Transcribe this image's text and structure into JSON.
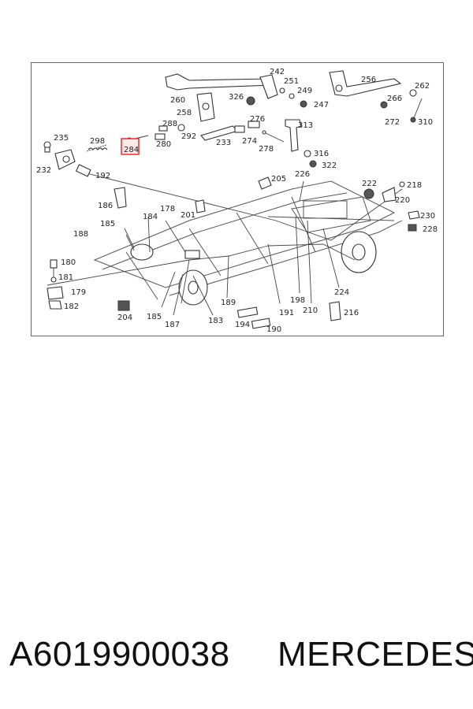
{
  "callouts": {
    "c235": "235",
    "c298": "298",
    "c284": "284",
    "c232": "232",
    "c192": "192",
    "c260": "260",
    "c242": "242",
    "c251": "251",
    "c326": "326",
    "c249": "249",
    "c247": "247",
    "c258": "258",
    "c288": "288",
    "c292": "292",
    "c280": "280",
    "c233": "233",
    "c276": "276",
    "c274": "274",
    "c313": "313",
    "c278": "278",
    "c316": "316",
    "c322": "322",
    "c256": "256",
    "c262": "262",
    "c266": "266",
    "c272": "272",
    "c310": "310",
    "c205": "205",
    "c226": "226",
    "c222": "222",
    "c218": "218",
    "c220": "220",
    "c230": "230",
    "c228": "228",
    "c186": "186",
    "c184": "184",
    "c178": "178",
    "c201": "201",
    "c185a": "185",
    "c188": "188",
    "c180": "180",
    "c181": "181",
    "c179": "179",
    "c182": "182",
    "c204": "204",
    "c185b": "185",
    "c187": "187",
    "c183": "183",
    "c189": "189",
    "c194": "194",
    "c190": "190",
    "c191": "191",
    "c198": "198",
    "c210": "210",
    "c224": "224",
    "c216": "216"
  },
  "highlighted_part": "284",
  "highlight_color": "#e03030",
  "footer": {
    "part_number": "A6019900038",
    "brand": "MERCEDES"
  }
}
